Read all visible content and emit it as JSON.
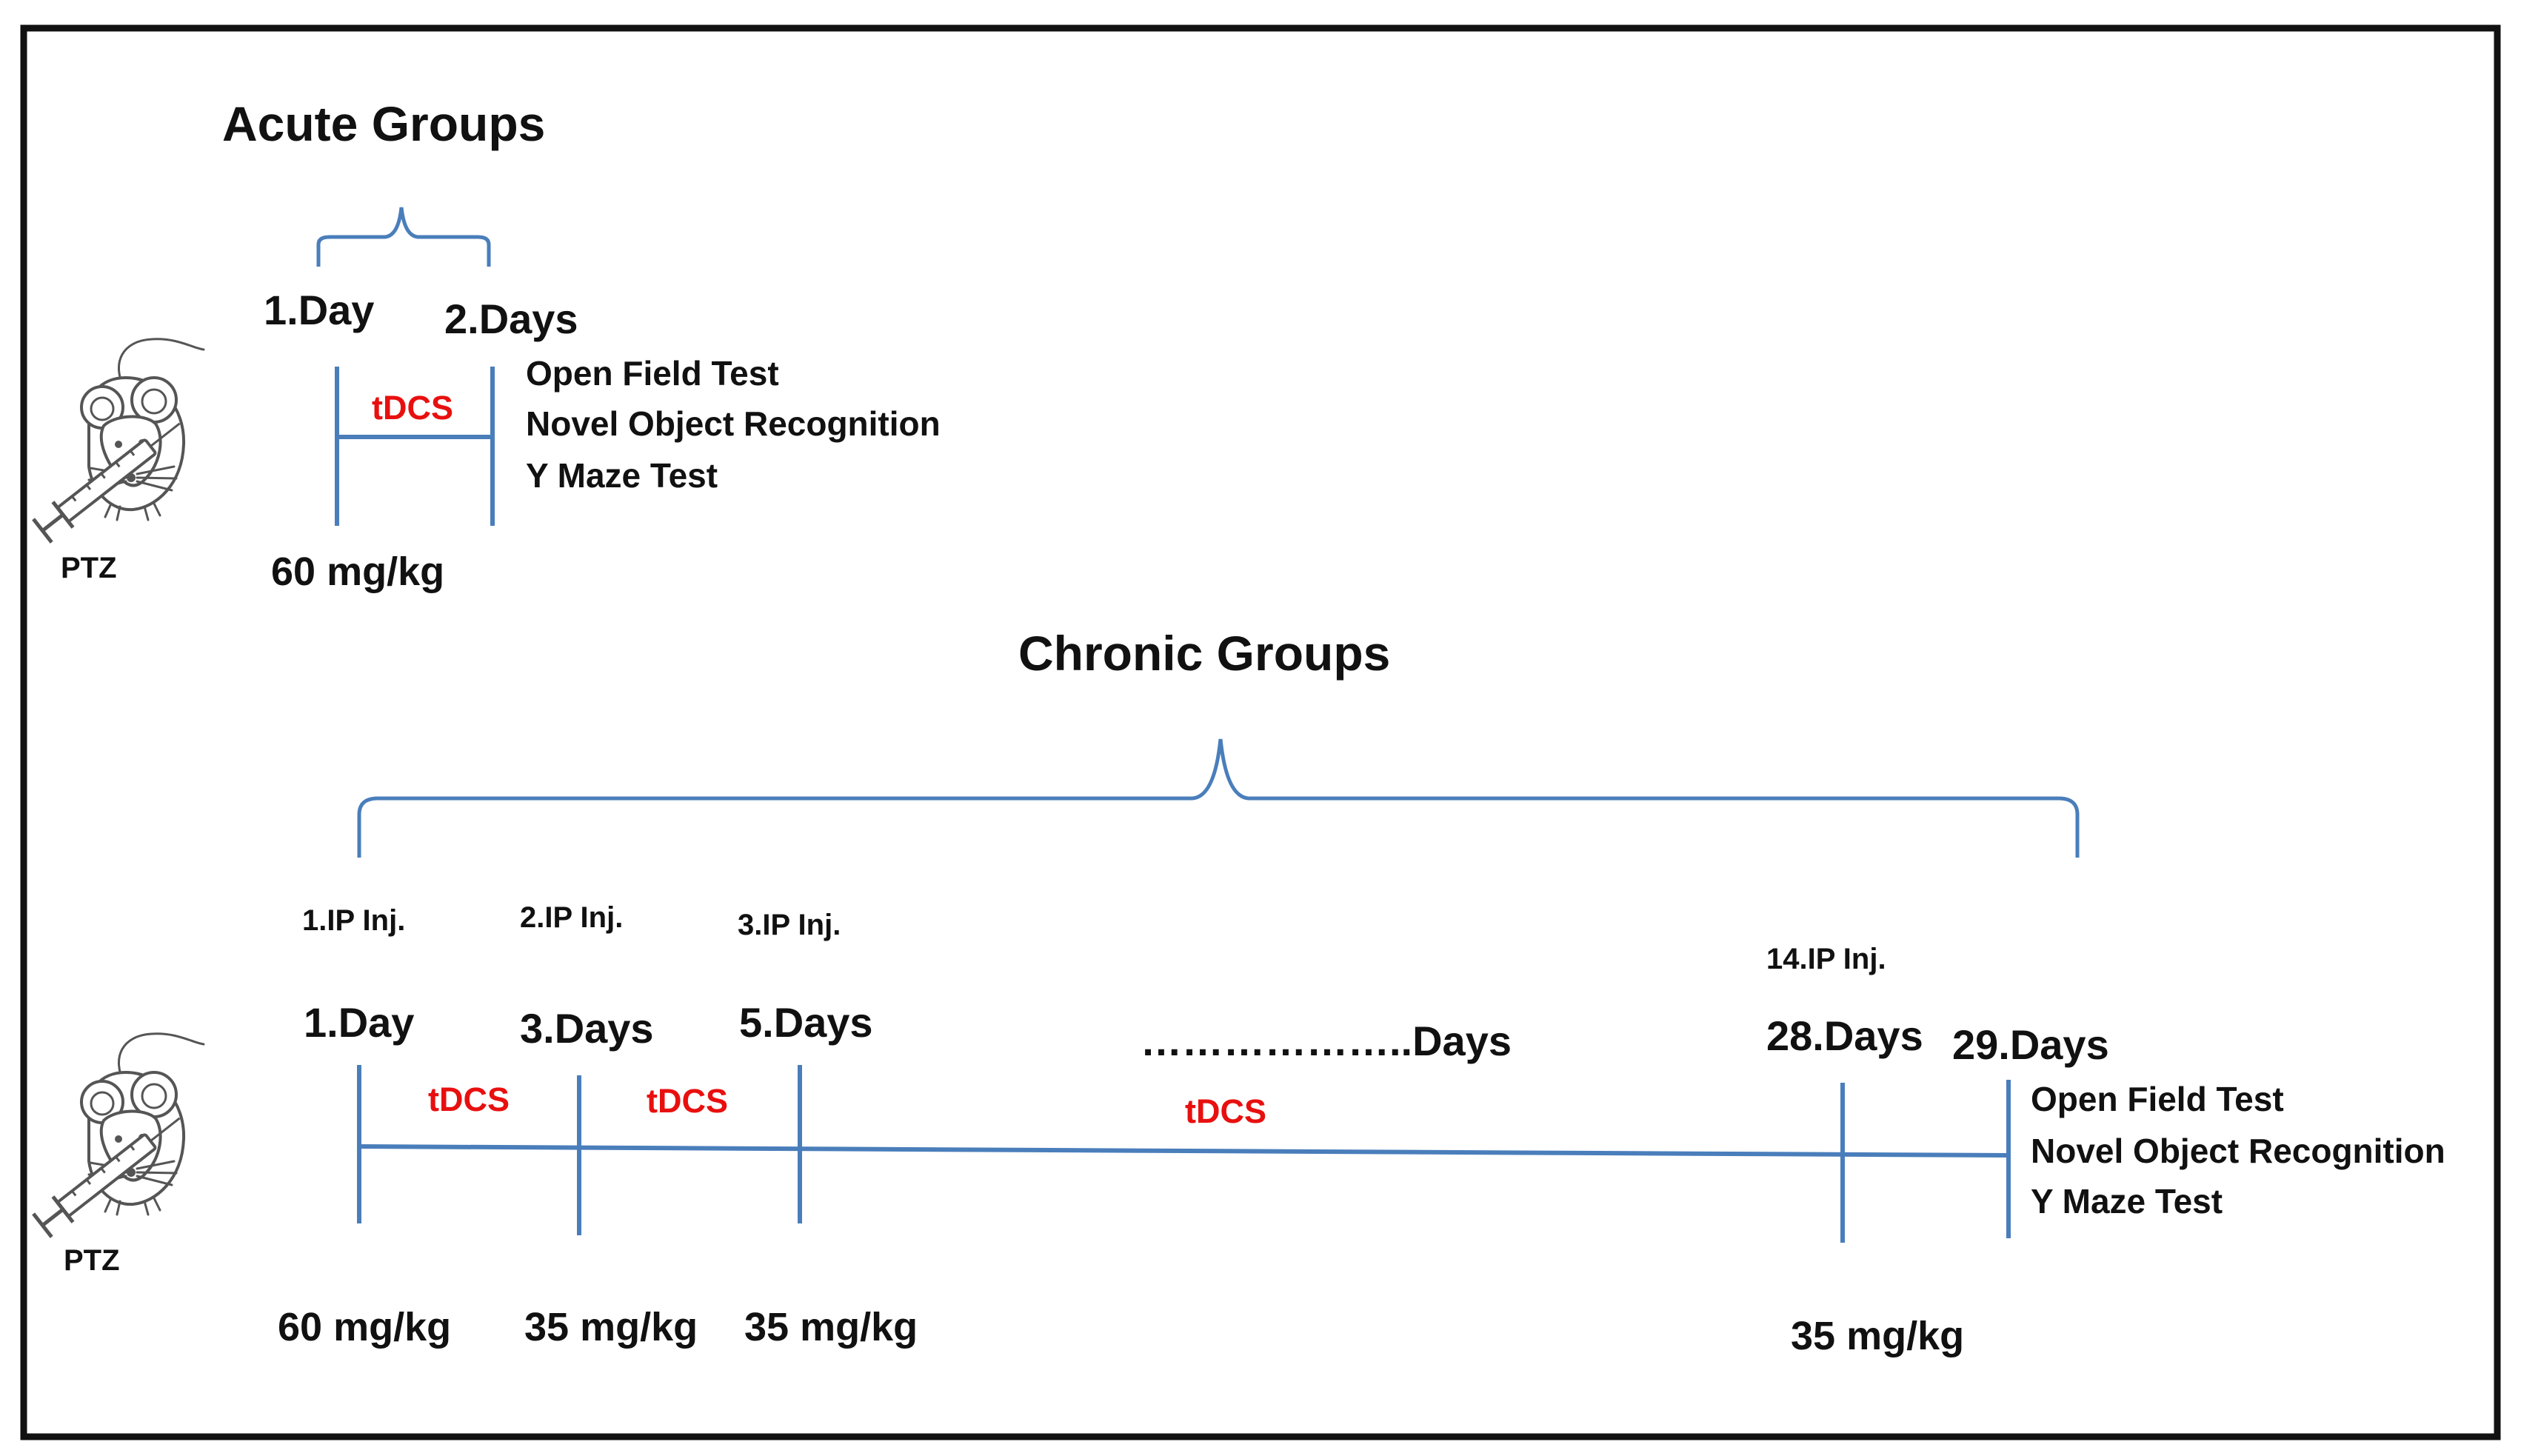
{
  "colors": {
    "timeline": "#4a7ebb",
    "stimulation": "#e8100f",
    "text": "#111111",
    "border": "#111111"
  },
  "icons": [
    "mouse-icon",
    "syringe-icon"
  ],
  "acute": {
    "title": "Acute Groups",
    "day1": "1.Day",
    "day2": "2.Days",
    "stim_label": "tDCS",
    "tests": [
      "Open Field Test",
      "Novel Object Recognition",
      "Y Maze Test"
    ],
    "dose": "60 mg/kg",
    "drug": "PTZ"
  },
  "chronic": {
    "title": "Chronic Groups",
    "injections": [
      "1.IP Inj.",
      "2.IP Inj.",
      "3.IP Inj.",
      "14.IP Inj."
    ],
    "days": [
      "1.Day",
      "3.Days",
      "5.Days",
      "………………..Days",
      "28.Days",
      "29.Days"
    ],
    "stim_labels": [
      "tDCS",
      "tDCS",
      "tDCS"
    ],
    "doses": [
      "60 mg/kg",
      "35 mg/kg",
      "35 mg/kg",
      "35 mg/kg"
    ],
    "tests": [
      "Open Field Test",
      "Novel Object Recognition",
      "Y Maze Test"
    ],
    "drug": "PTZ"
  }
}
